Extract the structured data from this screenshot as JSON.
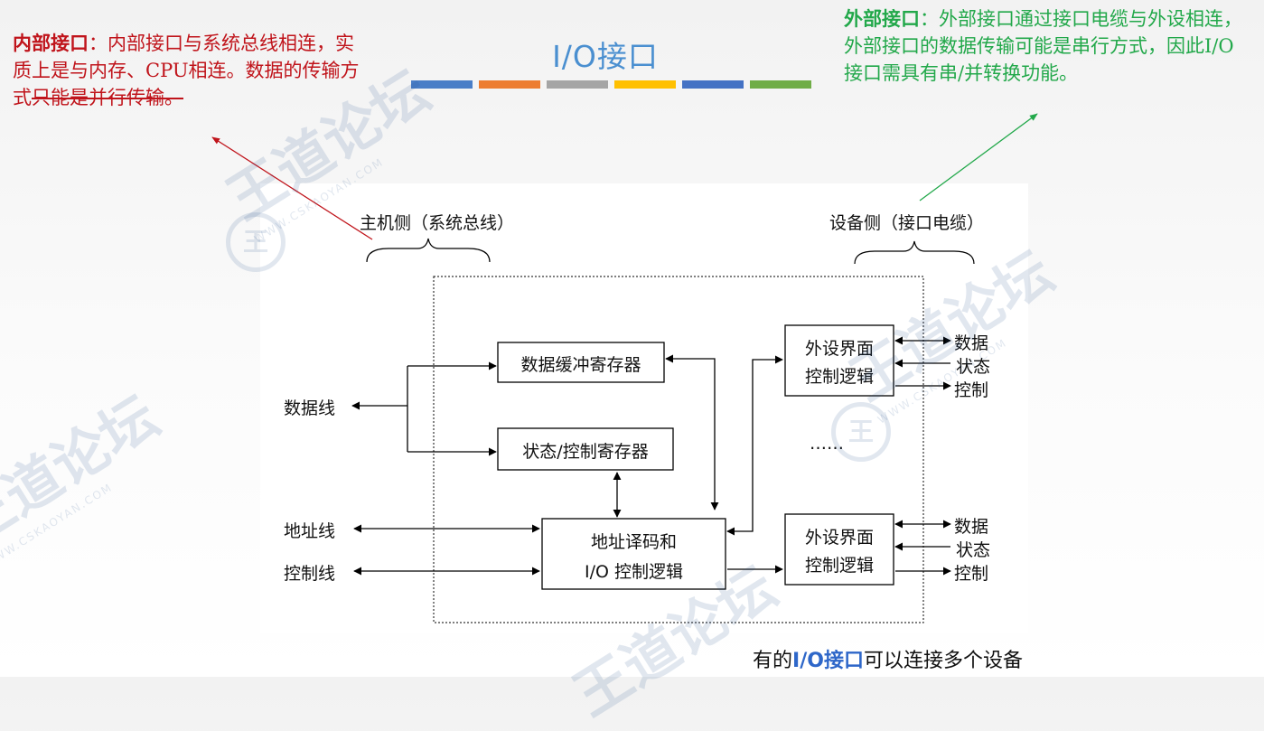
{
  "slide": {
    "title": "I/O接口",
    "title_color": "#4a8fd0",
    "color_bar": [
      "#4a7ec7",
      "#ed7d31",
      "#a5a5a5",
      "#ffc000",
      "#4472c4",
      "#70ad47"
    ]
  },
  "left_note": {
    "heading": "内部接口",
    "colon": "：",
    "text": "内部接口与系统总线相连，实质上是与内存、CPU相连。数据的传输方式",
    "struck": "只能是并行传输。",
    "color": "#c0141b"
  },
  "right_note": {
    "heading": "外部接口",
    "colon": "：",
    "text": "外部接口通过接口电缆与外设相连，外部接口的数据传输可能是串行方式，因此I/O接口需具有串/并转换功能。",
    "color": "#22a84a"
  },
  "diagram": {
    "host_side": "主机侧（系统总线）",
    "device_side": "设备侧（接口电缆）",
    "data_line": "数据线",
    "address_line": "地址线",
    "control_line": "控制线",
    "data_buffer_reg": "数据缓冲寄存器",
    "status_control_reg": "状态/控制寄存器",
    "addr_decode_line1": "地址译码和",
    "addr_decode_line2": "I/O 控制逻辑",
    "device_ctrl_line1": "外设界面",
    "device_ctrl_line2": "控制逻辑",
    "signal_data": "数据",
    "signal_status": "状态",
    "signal_control": "控制",
    "ellipsis": "……"
  },
  "caption": {
    "prefix": "有的",
    "highlight": "I/O接口",
    "suffix": "可以连接多个设备"
  },
  "watermark": {
    "text": "王道论坛",
    "url": "WWW.CSKAOYAN.COM",
    "logo": "王"
  }
}
